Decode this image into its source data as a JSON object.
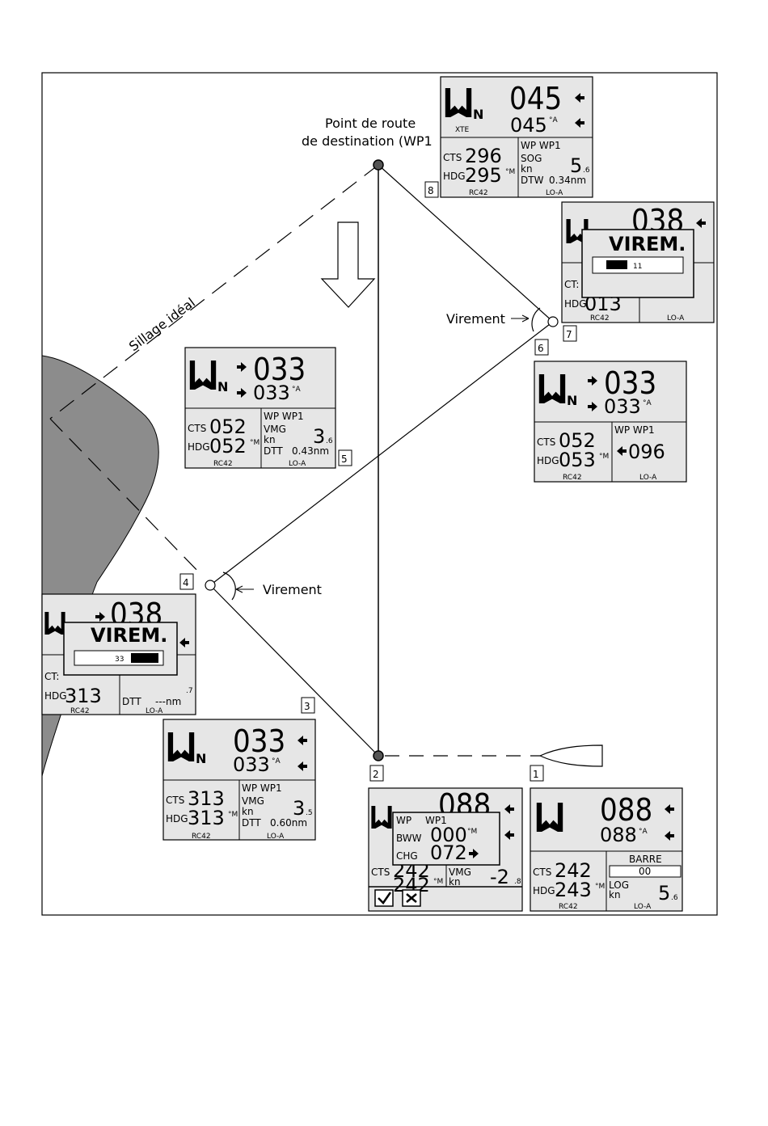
{
  "labels": {
    "waypoint_line1": "Point de route",
    "waypoint_line2": "de destination (WP1",
    "ideal_track": "Sillage idéal",
    "tack_left": "Virement",
    "tack_right": "Virement"
  },
  "steps": [
    "1",
    "2",
    "3",
    "4",
    "5",
    "6",
    "7",
    "8"
  ],
  "screens": {
    "s8": {
      "big1": "045",
      "big2": "045",
      "unit2": "°A",
      "sub": "XTE",
      "cts": "296",
      "hdg": "295",
      "hdg_unit": "°M",
      "wp": "WP WP1",
      "r1": "SOG",
      "r2": "kn",
      "val": "5",
      "val_dec": ".6",
      "r3": "DTW",
      "r3v": "0.34nm",
      "foot_l": "RC42",
      "foot_r": "LO-A"
    },
    "s7": {
      "big1": "038",
      "popup": "VIREM.",
      "bar_val": "11",
      "cts": "CT:",
      "hdg": "013",
      "foot_l": "RC42",
      "foot_r": "LO-A"
    },
    "s6": {
      "big1": "033",
      "big2": "033",
      "unit2": "°A",
      "cts": "052",
      "hdg": "053",
      "hdg_unit": "°M",
      "wp": "WP WP1",
      "brg": "096",
      "foot_l": "RC42",
      "foot_r": "LO-A"
    },
    "s5": {
      "big1": "033",
      "big2": "033",
      "unit2": "°A",
      "cts": "052",
      "hdg": "052",
      "hdg_unit": "°M",
      "wp": "WP WP1",
      "r1": "VMG",
      "r2": "kn",
      "val": "3",
      "val_dec": ".6",
      "r3": "DTT",
      "r3v": "0.43nm",
      "foot_l": "RC42",
      "foot_r": "LO-A"
    },
    "s4": {
      "big1": "038",
      "popup": "VIREM.",
      "bar_val": "33",
      "cts": "CT:",
      "hdg": "313",
      "val_dec": ".7",
      "r3": "DTT",
      "r3v": "---nm",
      "foot_l": "RC42",
      "foot_r": "LO-A"
    },
    "s3": {
      "big1": "033",
      "big2": "033",
      "unit2": "°A",
      "cts": "313",
      "hdg": "313",
      "hdg_unit": "°M",
      "wp": "WP WP1",
      "r1": "VMG",
      "r2": "kn",
      "val": "3",
      "val_dec": ".5",
      "r3": "DTT",
      "r3v": "0.60nm",
      "foot_l": "RC42",
      "foot_r": "LO-A"
    },
    "s2": {
      "big1": "088",
      "wp": "WP",
      "wp2": "WP1",
      "bww": "BWW",
      "bww_v": "000",
      "bww_u": "°M",
      "chg": "CHG",
      "chg_v": "072",
      "cts": "242",
      "hdg": "242",
      "hdg_unit": "°M",
      "r1": "VMG",
      "r2": "kn",
      "val": "-2",
      "val_dec": ".8"
    },
    "s1": {
      "big1": "088",
      "big2": "088",
      "unit2": "°A",
      "cts": "242",
      "hdg": "243",
      "hdg_unit": "°M",
      "mode": "BARRE",
      "mode_v": "00",
      "r1": "LOG",
      "r2": "kn",
      "val": "5",
      "val_dec": ".6",
      "foot_l": "RC42",
      "foot_r": "LO-A"
    }
  }
}
